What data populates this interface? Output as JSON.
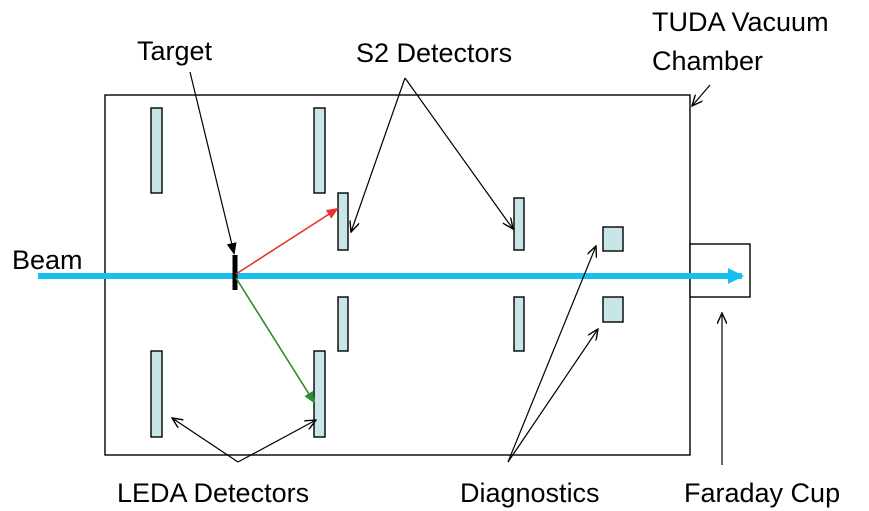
{
  "labels": {
    "target": "Target",
    "s2_detectors": "S2 Detectors",
    "tuda_line1": "TUDA Vacuum",
    "tuda_line2": "Chamber",
    "beam": "Beam",
    "leda_detectors": "LEDA Detectors",
    "diagnostics": "Diagnostics",
    "faraday_cup": "Faraday Cup"
  },
  "colors": {
    "beam": "#17c0ee",
    "detector_fill": "#c8e6e8",
    "red_trajectory": "#e8332a",
    "green_trajectory": "#2e8b2e",
    "outline": "#000000"
  }
}
